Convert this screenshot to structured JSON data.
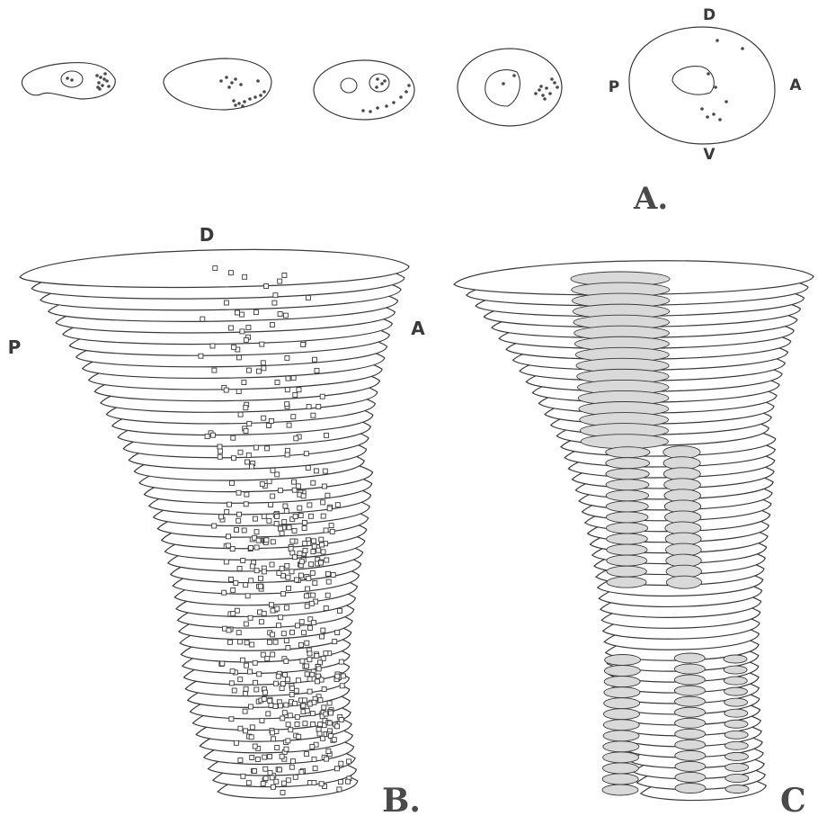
{
  "panel_a": {
    "label": "A.",
    "orientation": {
      "dorsal": "D",
      "ventral": "V",
      "posterior": "P",
      "anterior": "A"
    }
  },
  "panel_b": {
    "label": "B.",
    "orientation": {
      "dorsal": "D",
      "posterior": "P",
      "anterior": "A"
    }
  },
  "panel_c": {
    "label": "C"
  },
  "colors": {
    "ink": "#3a3a3a",
    "stipple": "#d9d9d9",
    "background": "#ffffff"
  }
}
